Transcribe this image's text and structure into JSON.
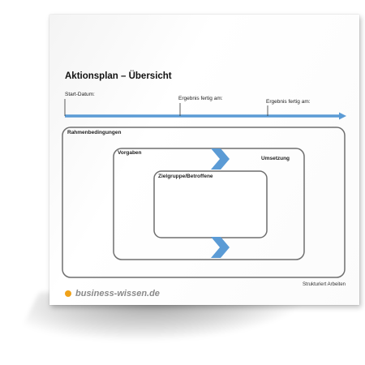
{
  "document": {
    "title": "Aktionsplan – Übersicht",
    "timeline": {
      "start_label": "Start-Datum:",
      "milestone1_label": "Ergebnis fertig am:",
      "milestone2_label": "Ergebnis fertig am:",
      "line_color": "#5b9bd5"
    },
    "boxes": {
      "outer_label": "Rahmenbedingungen",
      "middle_left_label": "Vorgaben",
      "middle_right_label": "Umsetzung",
      "inner_label": "Zielgruppe/Betroffene"
    },
    "arrow_color": "#5b9bd5",
    "footer": {
      "logo_text": "business-wissen.de",
      "logo_dot_color": "#f0a21a",
      "category": "Strukturiert Arbeiten"
    }
  }
}
